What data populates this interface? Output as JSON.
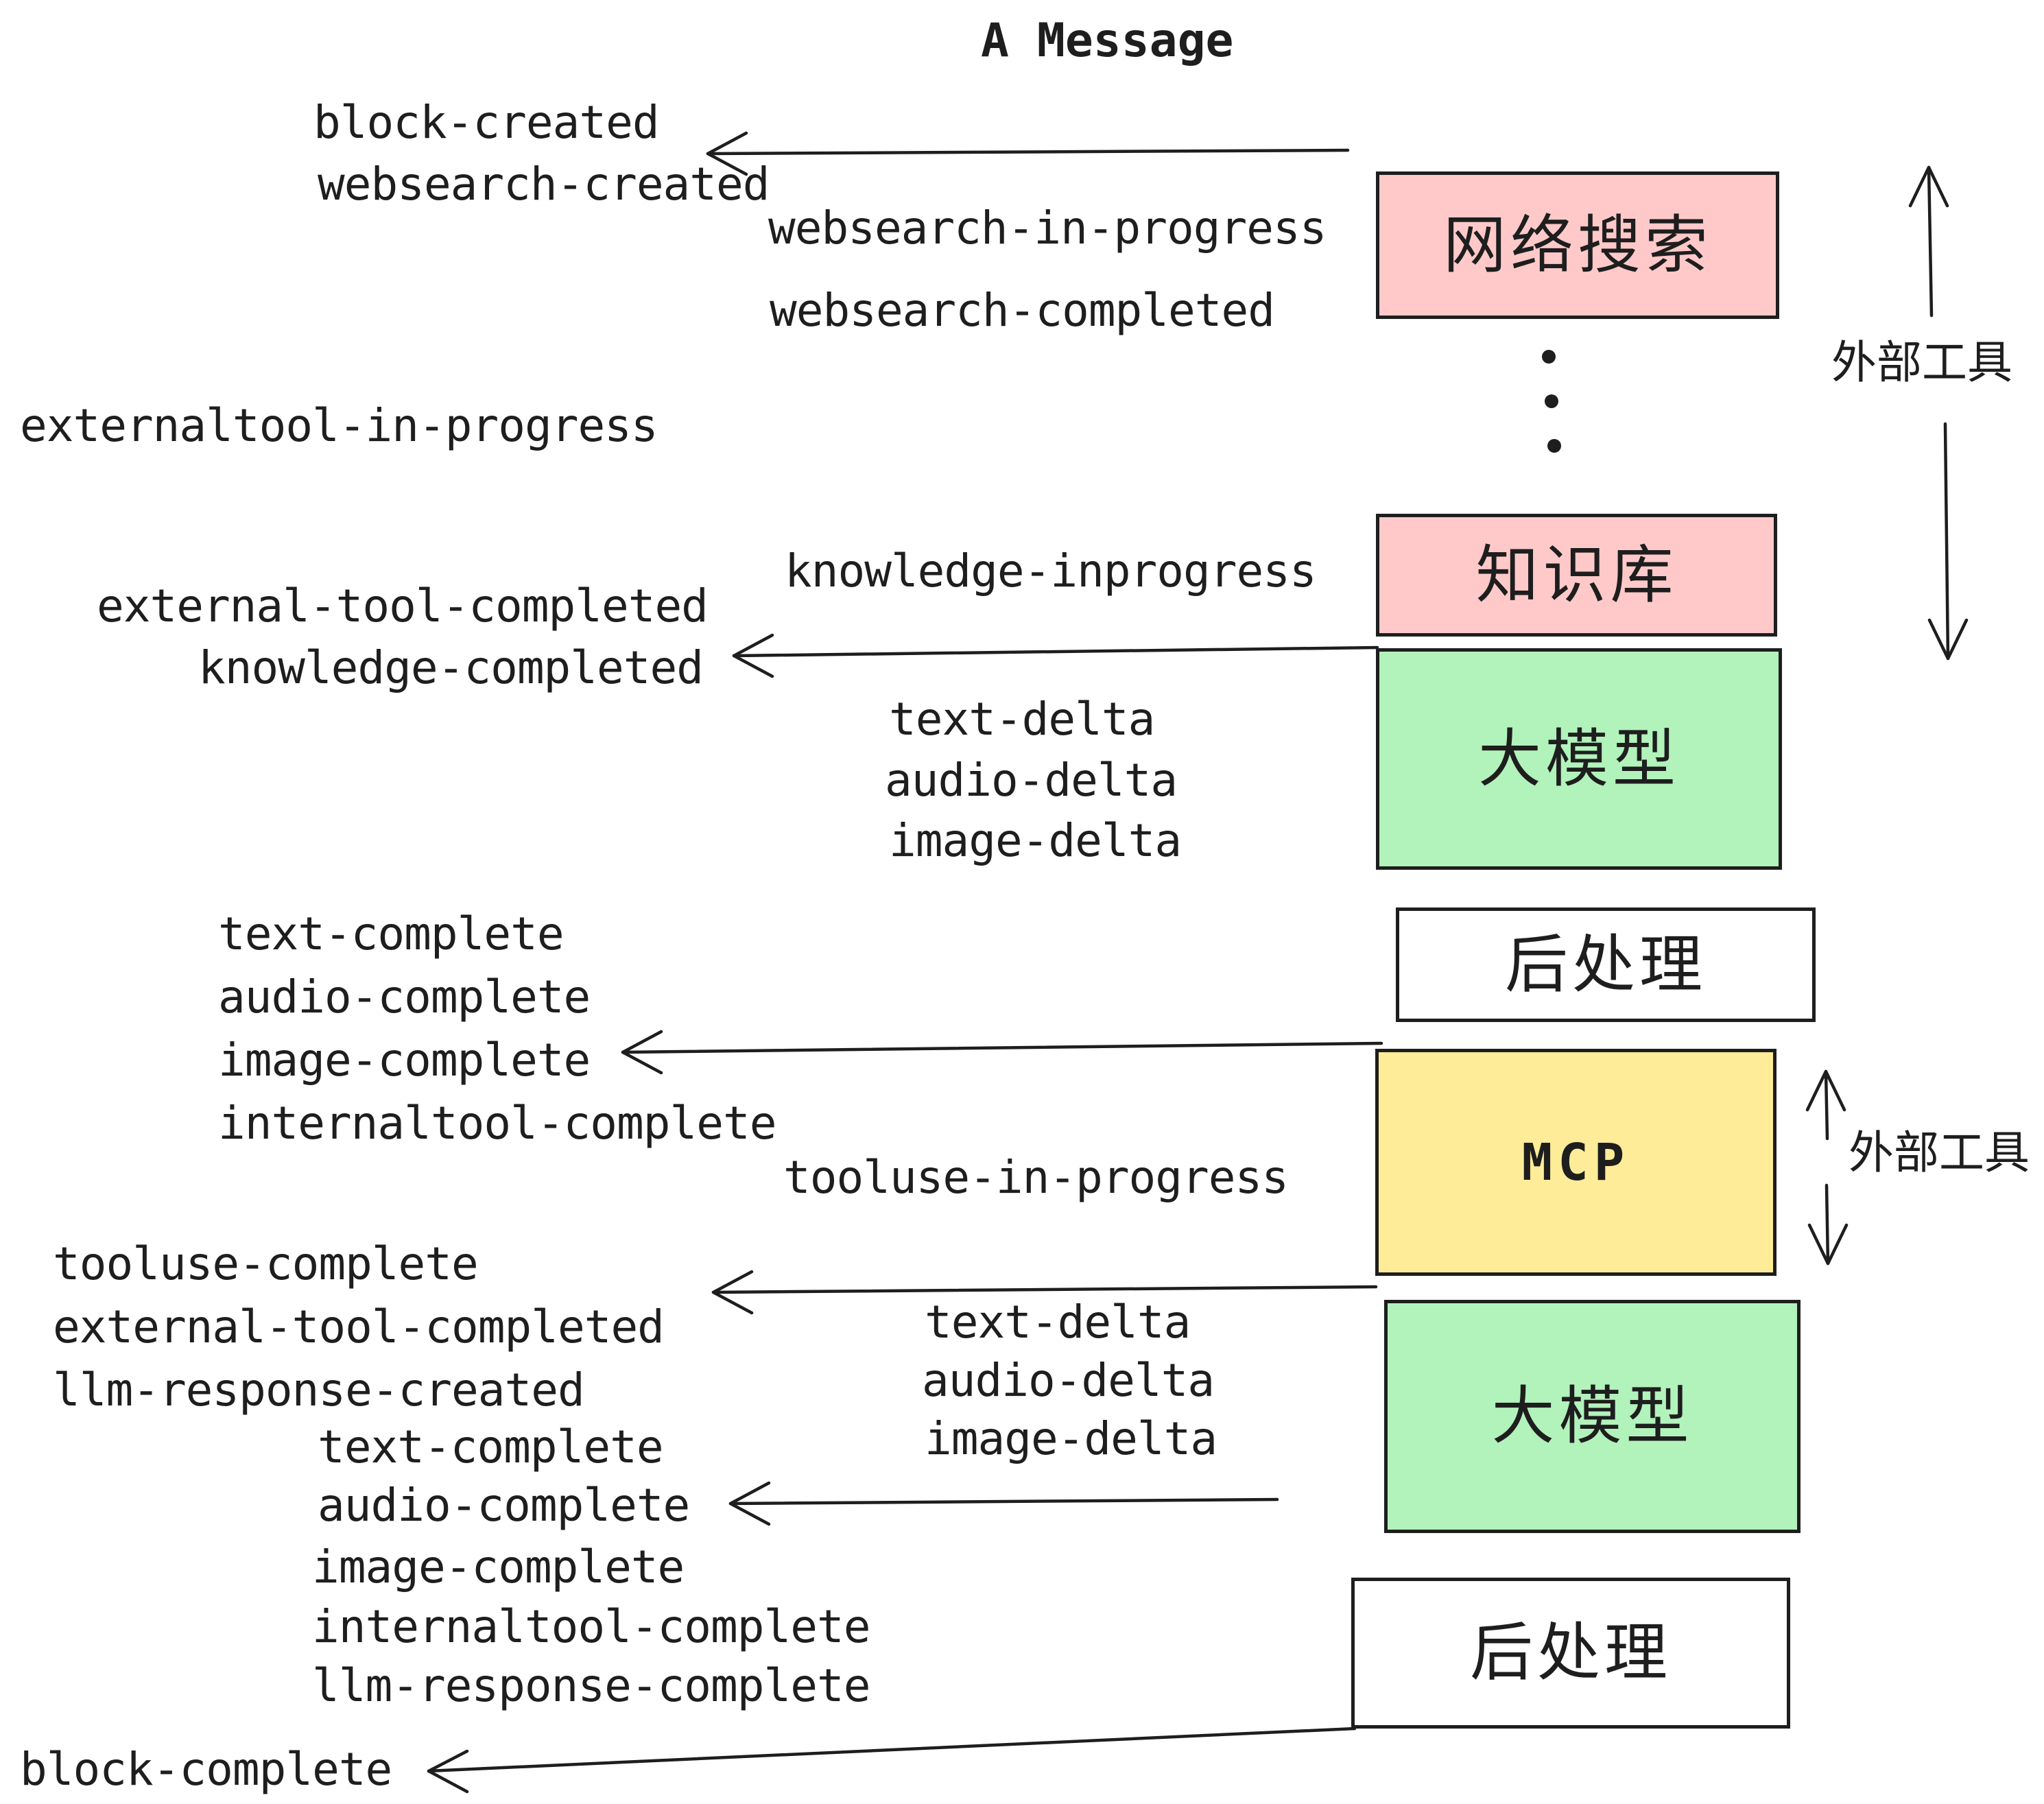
{
  "title": "A Message",
  "colors": {
    "stroke": "#1e1e1e",
    "external_tool_box": "#ffc9c9",
    "llm_box": "#b2f2bb",
    "mcp_box": "#ffec99",
    "post_box": "#ffffff",
    "background": "#ffffff"
  },
  "boxes": [
    {
      "label": "网络搜索",
      "fill": "#ffc9c9"
    },
    {
      "label": "知识库",
      "fill": "#ffc9c9"
    },
    {
      "label": "大模型",
      "fill": "#b2f2bb"
    },
    {
      "label": "后处理",
      "fill": "#ffffff"
    },
    {
      "label": "MCP",
      "fill": "#ffec99"
    },
    {
      "label": "大模型",
      "fill": "#b2f2bb"
    },
    {
      "label": "后处理",
      "fill": "#ffffff"
    }
  ],
  "annotations": {
    "external_tools_1": "外部工具",
    "external_tools_2": "外部工具"
  },
  "events": {
    "block_created": "block-created",
    "websearch_created": "websearch-created",
    "websearch_in_progress": "websearch-in-progress",
    "websearch_completed": "websearch-completed",
    "externaltool_in_progress": "externaltool-in-progress",
    "knowledge_inprogress": "knowledge-inprogress",
    "external_tool_completed_1": "external-tool-completed",
    "knowledge_completed": "knowledge-completed",
    "text_delta_1": "text-delta",
    "audio_delta_1": "audio-delta",
    "image_delta_1": "image-delta",
    "text_complete_1": "text-complete",
    "audio_complete_1": "audio-complete",
    "image_complete_1": "image-complete",
    "internaltool_complete_1": "internaltool-complete",
    "tooluse_in_progress": "tooluse-in-progress",
    "tooluse_complete": "tooluse-complete",
    "external_tool_completed_2": "external-tool-completed",
    "llm_response_created": "llm-response-created",
    "text_complete_2": "text-complete",
    "audio_complete_2": "audio-complete",
    "text_delta_2": "text-delta",
    "audio_delta_2": "audio-delta",
    "image_delta_2": "image-delta",
    "image_complete_2": "image-complete",
    "internaltool_complete_2": "internaltool-complete",
    "llm_response_complete": "llm-response-complete",
    "block_complete": "block-complete"
  }
}
